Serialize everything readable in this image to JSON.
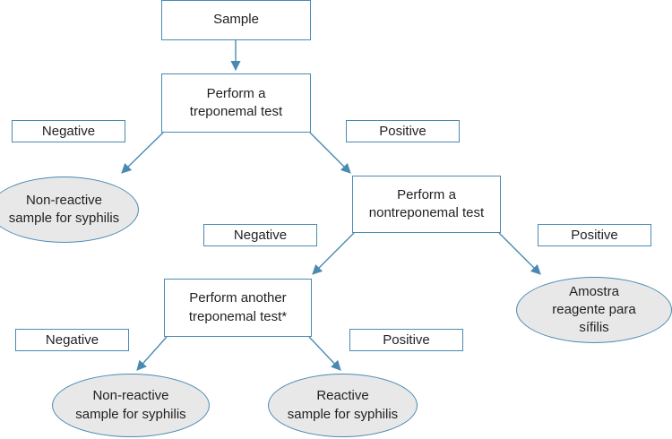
{
  "colors": {
    "border": "#4a8ab2",
    "arrow": "#4a8ab2",
    "ellipse_fill": "#e8e8e8",
    "text": "#231f20"
  },
  "nodes": {
    "sample": "Sample",
    "treponemal_test": "Perform a\ntreponemal test",
    "nonreactive_1": "Non-reactive\nsample for syphilis",
    "nontreponemal_test": "Perform a\nnontreponemal test",
    "another_treponemal_test": "Perform another\ntreponemal test*",
    "amostra_reagente": "Amostra\nreagente para\nsífilis",
    "nonreactive_2": "Non-reactive\nsample for syphilis",
    "reactive": "Reactive\nsample for syphilis"
  },
  "edge_labels": {
    "negative_1": "Negative",
    "positive_1": "Positive",
    "negative_2": "Negative",
    "positive_2": "Positive",
    "negative_3": "Negative",
    "positive_3": "Positive"
  }
}
